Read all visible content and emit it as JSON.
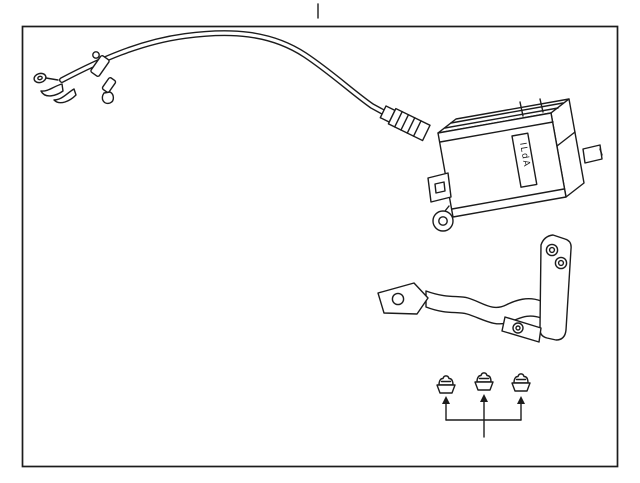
{
  "diagram": {
    "actuator_label": "ILdA",
    "clip_count": 3,
    "parts": [
      "cable-assembly",
      "actuator-unit",
      "mounting-bracket",
      "clip-fasteners"
    ],
    "colors": {
      "line": "#1c1c1c",
      "background": "#ffffff"
    }
  }
}
